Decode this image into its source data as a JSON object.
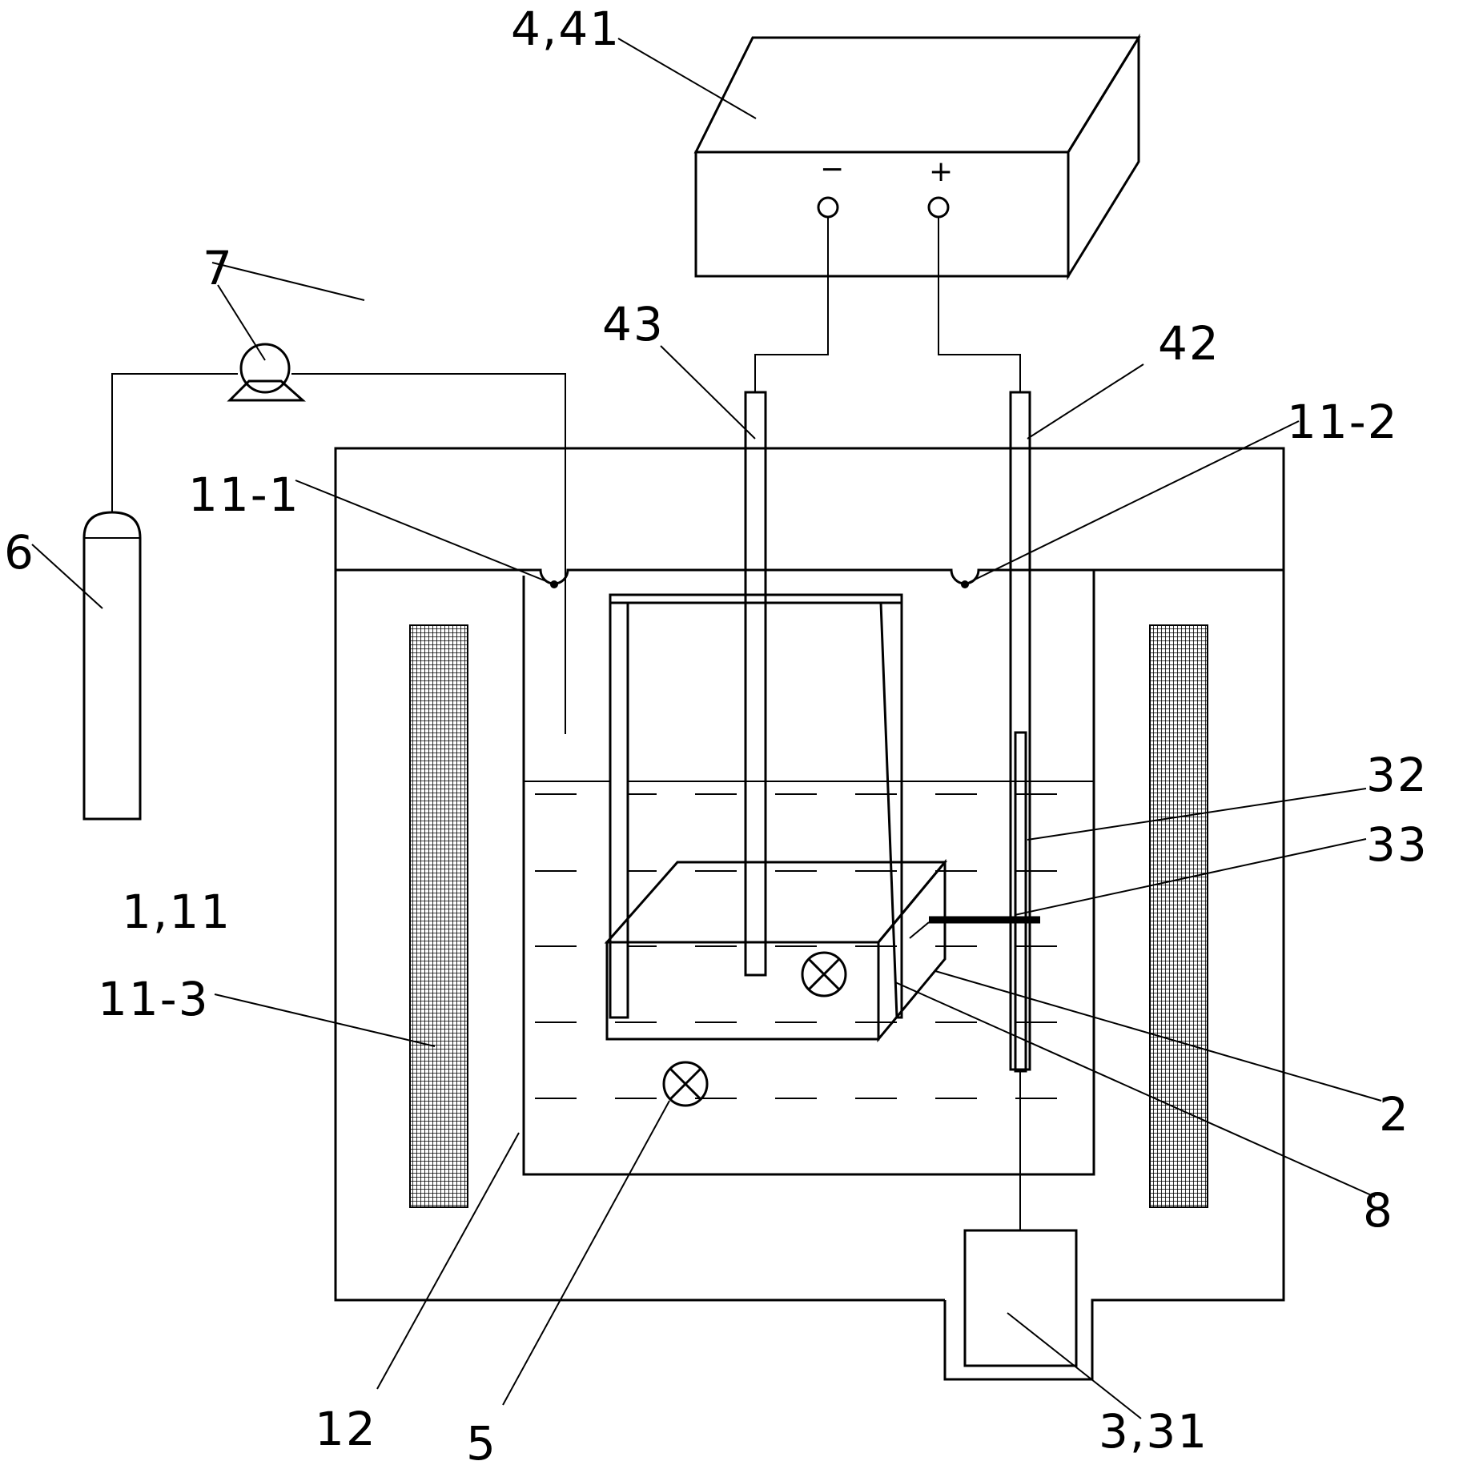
{
  "diagram": {
    "labels": {
      "power_supply": "4,41",
      "pump": "7",
      "cathode_rod": "43",
      "anode_rod": "42",
      "port_left": "11-1",
      "port_right": "11-2",
      "gas_cylinder": "6",
      "furnace": "1,11",
      "heater": "11-3",
      "thermocouple_sheath": "32",
      "thermocouple_tip": "33",
      "crucible_holder": "2",
      "sample": "8",
      "crucible": "12",
      "stirrer": "5",
      "temp_controller": "3,31"
    },
    "terminals": {
      "negative": "−",
      "positive": "+"
    }
  }
}
